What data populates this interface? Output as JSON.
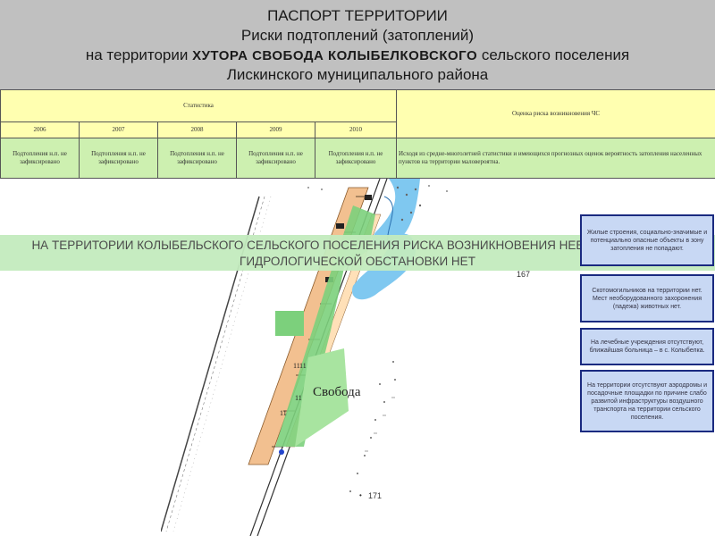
{
  "header": {
    "title": "ПАСПОРТ ТЕРРИТОРИИ",
    "subtitle": "Риски подтоплений (затоплений)",
    "line3_prefix": "на территории",
    "line3_bold": "ХУТОРА СВОБОДА КОЛЫБЕЛКОВСКОГО",
    "line3_suffix": "сельского поселения",
    "line4": "Лискинского муниципального района"
  },
  "stats_table": {
    "group_header": "Статистика",
    "assessment_header": "Оценка риска возникновения ЧС",
    "years": [
      "2006",
      "2007",
      "2008",
      "2009",
      "2010"
    ],
    "cells": [
      "Подтопления н.п. не зафиксировано",
      "Подтопления н.п. не зафиксировано",
      "Подтопления н.п. не зафиксировано",
      "Подтопления н.п. не зафиксировано",
      "Подтопления н.п. не зафиксировано"
    ],
    "assessment_text": "Исходя из средне-многолетней статистики и имеющихся прогнозных оценок вероятность затопления населенных пунктов на территории маловероятна."
  },
  "map": {
    "village_label": "Свобода",
    "elevation_top": "167",
    "elevation_bottom": "171",
    "house_marks": [
      "11",
      "11",
      "11",
      "11"
    ]
  },
  "banner": {
    "line1": "НА ТЕРРИТОРИИ КОЛЫБЕЛЬСКОГО СЕЛЬСКОГО ПОСЕЛЕНИЯ РИСКА ВОЗНИКНОВЕНИЯ НЕБЛАГОПРИЯТНОЙ",
    "line2": "ГИДРОЛОГИЧЕСКОЙ ОБСТАНОВКИ НЕТ"
  },
  "side_notes": [
    "Жилые строения, социально-значимые и потенциально опасные объекты в зону затопления не попадают.",
    "Скотомогильников на территории нет. Мест необорудованного захоронения (падежа) животных нет.",
    "На лечебные учреждения отсутствуют, ближайшая больница – в с. Колыбелка.",
    "На территории отсутствуют аэродромы и посадочные площадки по причине слабо развитой инфраструктуры воздушного транспорта на территории сельского поселения."
  ],
  "colors": {
    "header_bg": "#c0c0c0",
    "table_yellow": "#ffffb0",
    "table_green": "#cdf0b0",
    "banner_bg": "#c3ebbe",
    "card_bg": "#c8d8f4",
    "card_border": "#1a2a80",
    "house_fill": "#f2c090",
    "green_zone": "#7cd07c",
    "water": "#7fc8f0"
  }
}
